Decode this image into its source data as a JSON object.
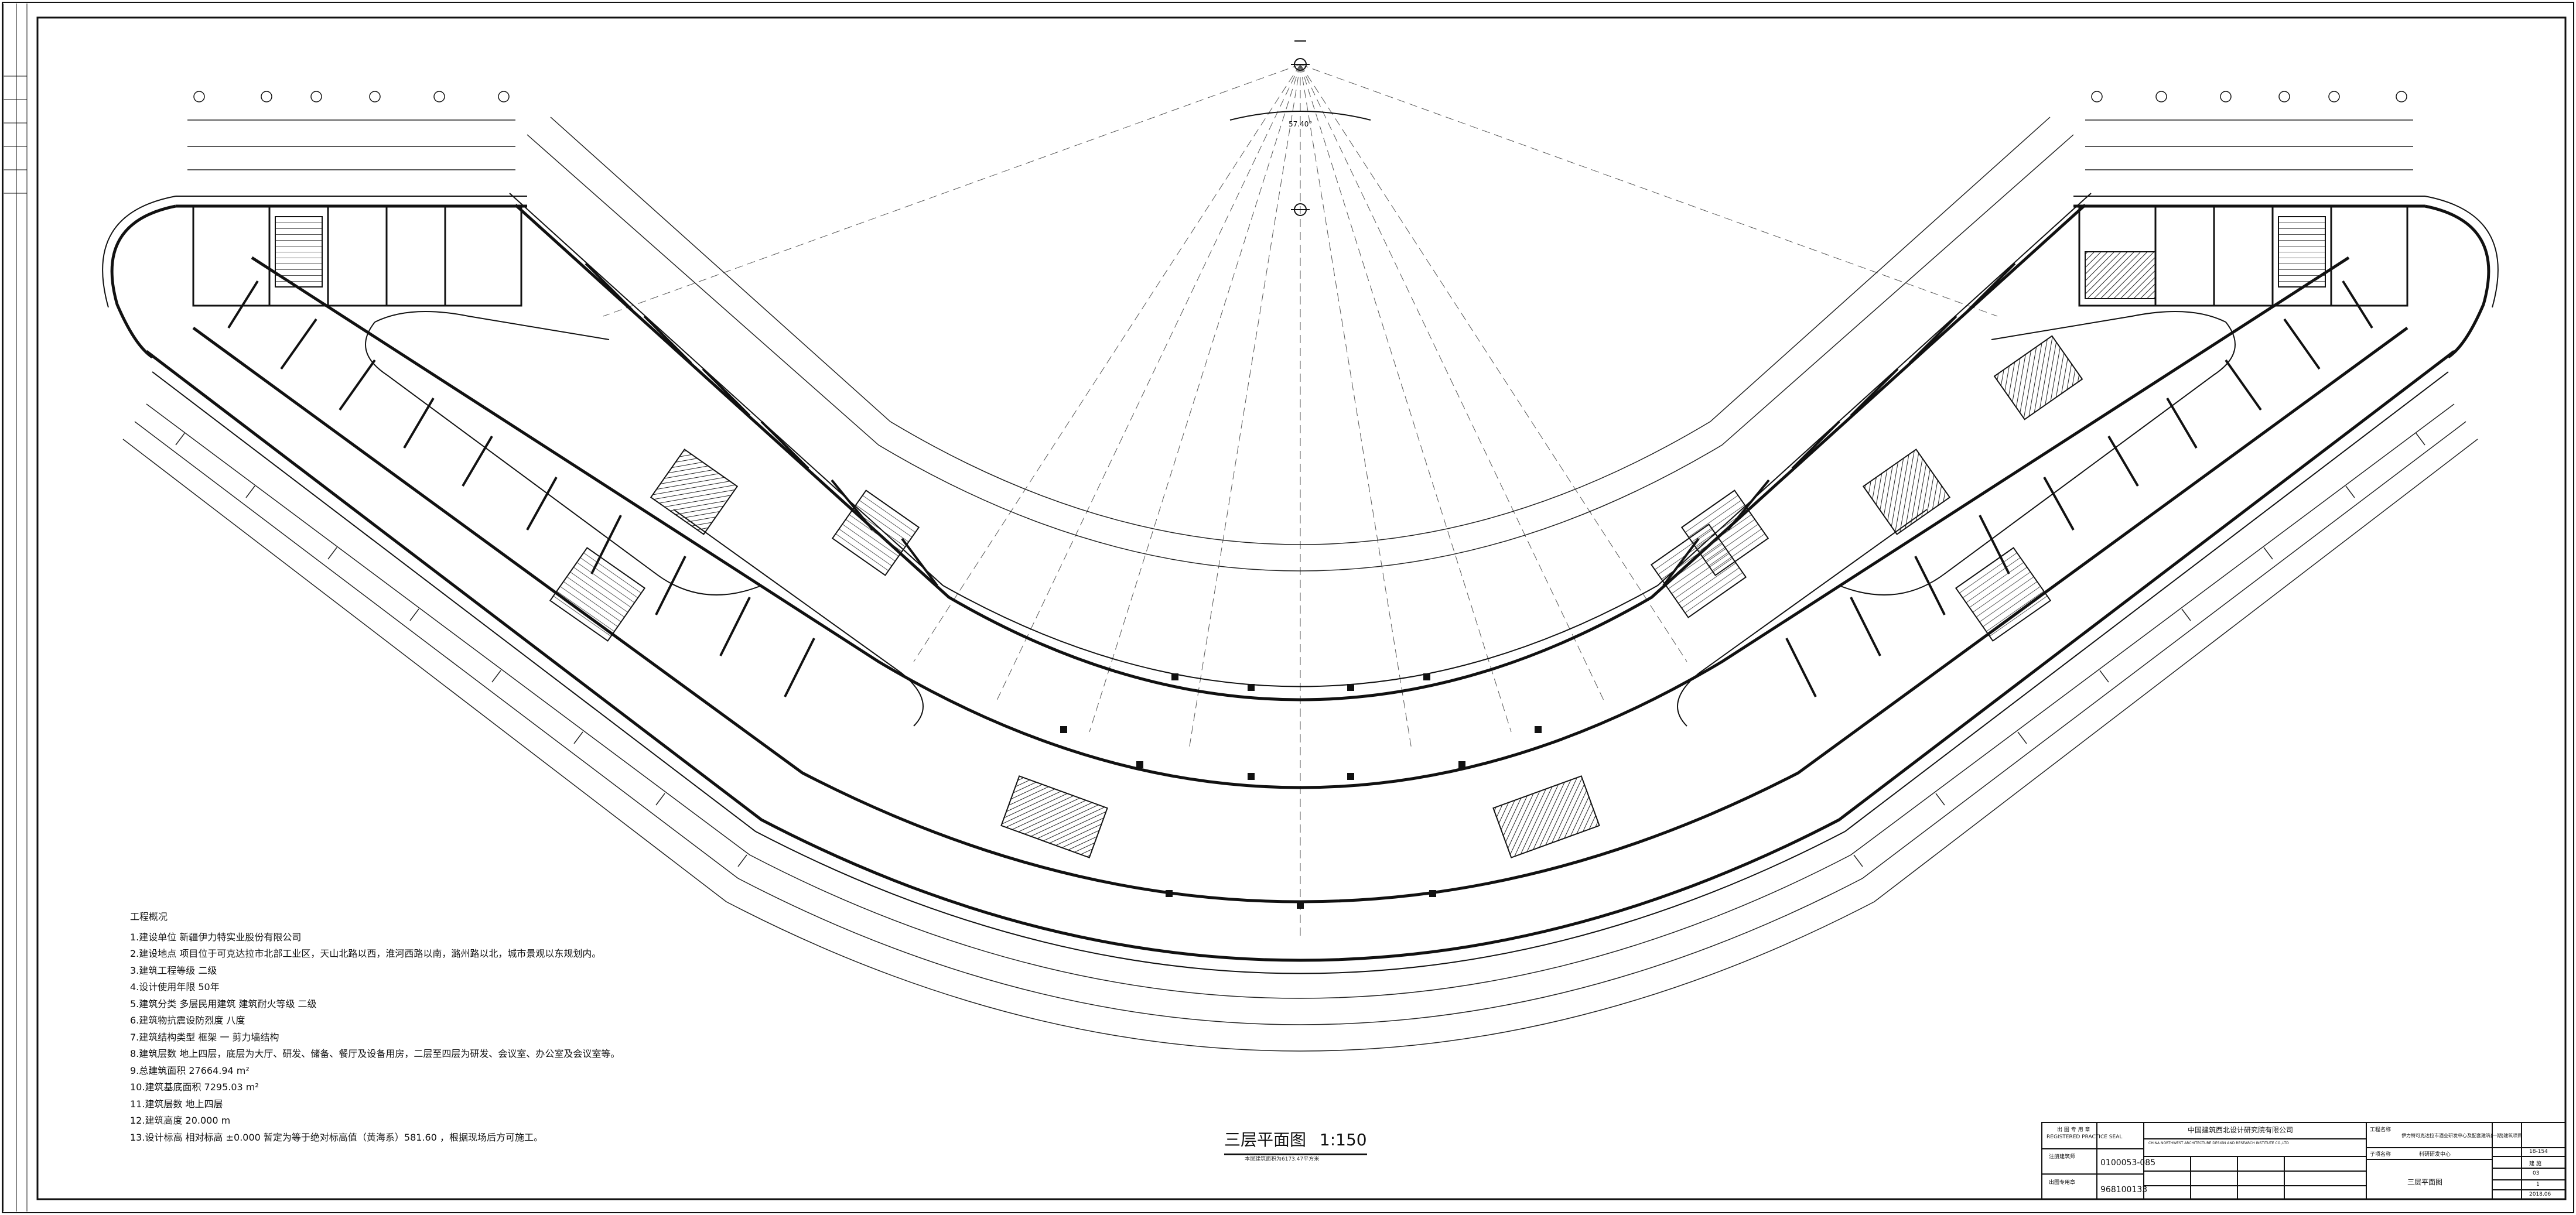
{
  "plan_title": "三层平面图",
  "plan_scale": "1:150",
  "plan_subtitle": "本层建筑面积为6173.47平方米",
  "notes": {
    "title": "工程概况",
    "items": [
      "1.建设单位  新疆伊力特实业股份有限公司",
      "2.建设地点  项目位于可克达拉市北部工业区，天山北路以西，淮河西路以南，潞州路以北，城市景观以东规划内。",
      "3.建筑工程等级  二级",
      "4.设计使用年限  50年",
      "5.建筑分类  多层民用建筑    建筑耐火等级  二级",
      "6.建筑物抗震设防烈度  八度",
      "7.建筑结构类型  框架  一  剪力墙结构",
      "8.建筑层数  地上四层，底层为大厅、研发、储备、餐厅及设备用房，二层至四层为研发、会议室、办公室及会议室等。",
      "9.总建筑面积  27664.94 m²",
      "10.建筑基底面积  7295.03 m²",
      "11.建筑层数  地上四层",
      "12.建筑高度  20.000  m",
      "13.设计标高  相对标高 ±0.000  暂定为等于绝对标高值（黄海系）581.60 ，根据现场后方可施工。"
    ]
  },
  "title_block": {
    "seal_header": "出 图 专 用 章",
    "seal_header_en": "REGISTERED PRACTICE SEAL",
    "designer_label": "注册建筑师",
    "cert_label": "出图专用章",
    "company_name": "中国建筑西北设计研究院有限公司",
    "company_name_en": "CHINA NORTHWEST ARCHITECTURE DESIGN AND RESEARCH INSTITUTE CO.,LTD",
    "cert_no": "0100053-085",
    "cert_no_2": "968100133",
    "project_label": "工程名称",
    "project_name": "伊力特可克达拉市酒业研发中心及配套建筑(一期)建筑项目",
    "subproject_label": "子项名称",
    "subproject_name": "科研研发中心",
    "drawing_name": "三层平面图",
    "project_no": "18-154",
    "discipline": "建 施",
    "sheet_no": "03",
    "version": "1",
    "date": "2018.06"
  },
  "north_angle_label": "57.40°"
}
